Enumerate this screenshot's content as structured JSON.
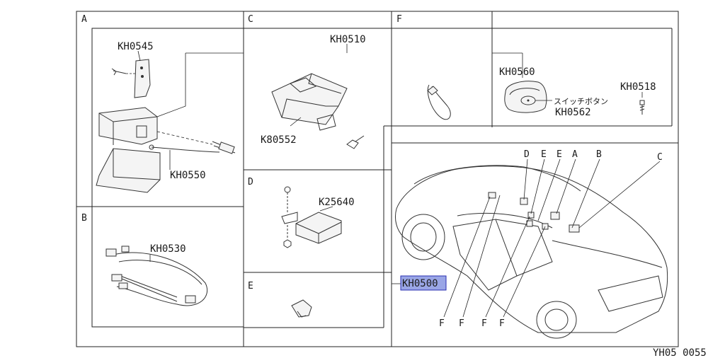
{
  "sections": {
    "A": "A",
    "B": "B",
    "C": "C",
    "D": "D",
    "E": "E",
    "F": "F"
  },
  "parts": {
    "kh0545": "KH0545",
    "kh0550": "KH0550",
    "kh0530": "KH0530",
    "kh0510": "KH0510",
    "k80552": "K80552",
    "k25640": "K25640",
    "kh0560": "KH0560",
    "kh0562": "KH0562",
    "kh0518": "KH0518",
    "kh0500": "KH0500"
  },
  "switch_button_label": "スイッチボタン",
  "car_callouts": {
    "top": [
      "D",
      "E",
      "E",
      "A",
      "B",
      "C"
    ],
    "bottom": [
      "F",
      "F",
      "F",
      "F"
    ]
  },
  "diagram_code": "YH05 0055",
  "colors": {
    "highlight_fill": "#9aa6e6",
    "highlight_border": "#2a2fb0",
    "line": "#222222"
  }
}
